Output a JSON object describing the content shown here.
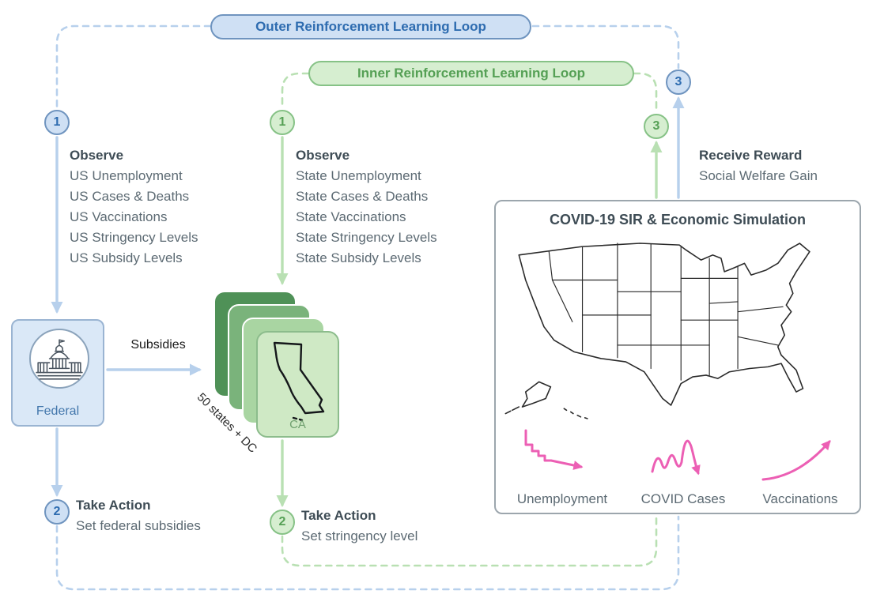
{
  "loops": {
    "outer": {
      "label": "Outer Reinforcement Learning Loop"
    },
    "inner": {
      "label": "Inner Reinforcement Learning Loop"
    }
  },
  "federal": {
    "step_observe": "1",
    "step_act": "2",
    "observe_title": "Observe",
    "observe_items": [
      "US Unemployment",
      "US Cases & Deaths",
      "US Vaccinations",
      "US Stringency Levels",
      "US Subsidy Levels"
    ],
    "agent_label": "Federal",
    "subsidies_label": "Subsidies",
    "action_title": "Take Action",
    "action_desc": "Set federal subsidies"
  },
  "state": {
    "step_observe": "1",
    "step_act": "2",
    "step_reward": "3",
    "observe_title": "Observe",
    "observe_items": [
      "State Unemployment",
      "State Cases & Deaths",
      "State Vaccinations",
      "State Stringency Levels",
      "State Subsidy Levels"
    ],
    "front_card_label": "CA",
    "stack_label": "50 states + DC",
    "action_title": "Take Action",
    "action_desc": "Set stringency level"
  },
  "reward": {
    "step": "3",
    "title": "Receive Reward",
    "desc": "Social Welfare Gain"
  },
  "simulation": {
    "title": "COVID-19 SIR & Economic Simulation",
    "plot_labels": [
      "Unemployment",
      "COVID Cases",
      "Vaccinations"
    ]
  },
  "colors": {
    "outer_accent": "#2e6cb0",
    "outer_fill": "#cfe0f4",
    "outer_border": "#6f94bf",
    "outer_line": "#b7d0ec",
    "inner_accent": "#55a055",
    "inner_fill": "#d6eed0",
    "inner_border": "#86c286",
    "inner_line": "#b9e0b3",
    "plot_accent": "#ec5fb4",
    "text_dark": "#3e4c55",
    "text_gray": "#5c6a73"
  }
}
